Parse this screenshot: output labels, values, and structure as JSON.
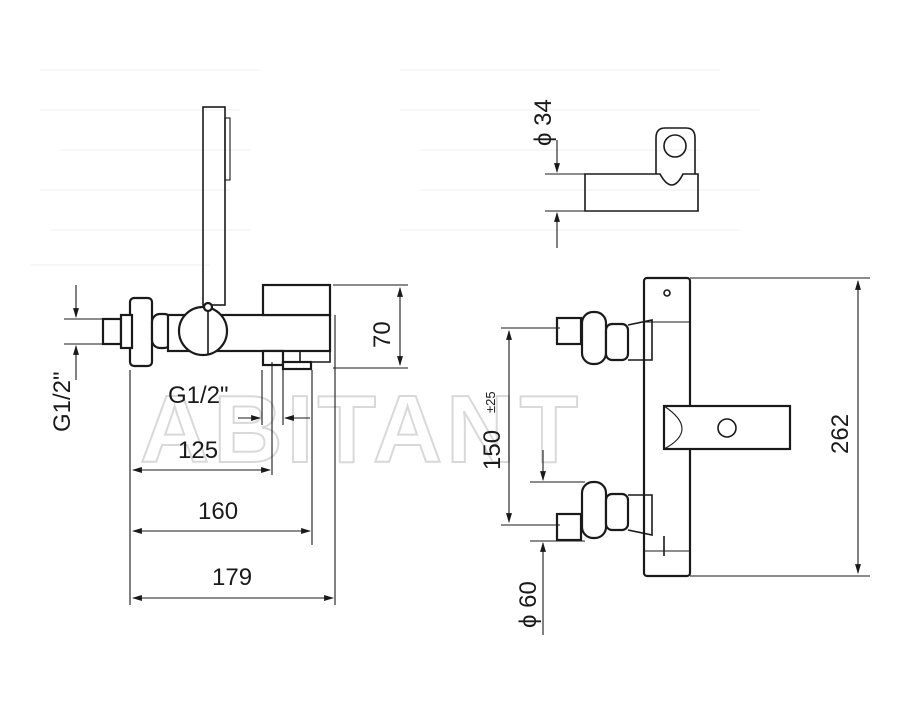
{
  "watermark": "ABITANT",
  "side_view": {
    "dimensions": {
      "thread_inlet": "G1/2\"",
      "thread_outlet": "G1/2\"",
      "height_spout": "70",
      "length_125": "125",
      "length_160": "160",
      "length_179": "179"
    }
  },
  "front_view": {
    "dimensions": {
      "centers": "150",
      "centers_tolerance": "±25",
      "rosette_diameter": "ϕ 60",
      "total_height": "262"
    }
  },
  "holder_view": {
    "dimensions": {
      "holder_diameter": "ϕ 34"
    }
  }
}
